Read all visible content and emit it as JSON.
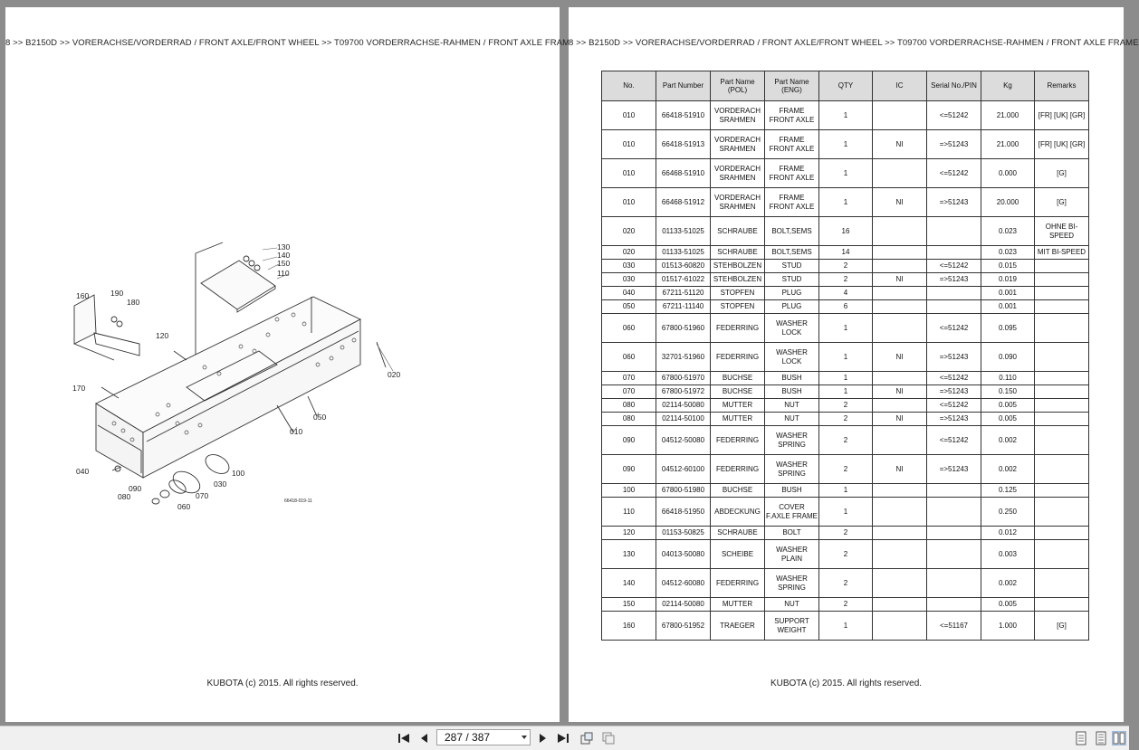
{
  "breadcrumb": "8 >> B2150D >> VORERACHSE/VORDERRAD / FRONT AXLE/FRONT WHEEL >> T09700   VORDERRACHSE-RAHMEN / FRONT AXLE FRAME",
  "copyright": "KUBOTA (c) 2015. All rights reserved.",
  "diagram": {
    "callouts": [
      "130",
      "140",
      "150",
      "110",
      "160",
      "190",
      "180",
      "120",
      "020",
      "170",
      "050",
      "010",
      "040",
      "100",
      "030",
      "090",
      "080",
      "070",
      "060"
    ],
    "drawing_number": "66418-019-11"
  },
  "table": {
    "headers": [
      "No.",
      "Part Number",
      "Part Name (POL)",
      "Part Name (ENG)",
      "QTY",
      "IC",
      "Serial No./PIN",
      "Kg",
      "Remarks"
    ],
    "rows": [
      {
        "no": "010",
        "part": "66418-51910",
        "pol": "VORDERACH SRAHMEN",
        "eng": "FRAME FRONT AXLE",
        "qty": "1",
        "ic": "",
        "serial": "<=51242",
        "kg": "21.000",
        "rem": "[FR] [UK] [GR]",
        "tall": true
      },
      {
        "no": "010",
        "part": "66418-51913",
        "pol": "VORDERACH SRAHMEN",
        "eng": "FRAME FRONT AXLE",
        "qty": "1",
        "ic": "NI",
        "serial": "=>51243",
        "kg": "21.000",
        "rem": "[FR] [UK] [GR]",
        "tall": true
      },
      {
        "no": "010",
        "part": "66468-51910",
        "pol": "VORDERACH SRAHMEN",
        "eng": "FRAME FRONT AXLE",
        "qty": "1",
        "ic": "",
        "serial": "<=51242",
        "kg": "0.000",
        "rem": "[G]",
        "tall": true
      },
      {
        "no": "010",
        "part": "66468-51912",
        "pol": "VORDERACH SRAHMEN",
        "eng": "FRAME FRONT AXLE",
        "qty": "1",
        "ic": "NI",
        "serial": "=>51243",
        "kg": "20.000",
        "rem": "[G]",
        "tall": true
      },
      {
        "no": "020",
        "part": "01133-51025",
        "pol": "SCHRAUBE",
        "eng": "BOLT,SEMS",
        "qty": "16",
        "ic": "",
        "serial": "",
        "kg": "0.023",
        "rem": "OHNE BI-SPEED",
        "tall": true
      },
      {
        "no": "020",
        "part": "01133-51025",
        "pol": "SCHRAUBE",
        "eng": "BOLT,SEMS",
        "qty": "14",
        "ic": "",
        "serial": "",
        "kg": "0.023",
        "rem": "MIT BI-SPEED",
        "tall": false
      },
      {
        "no": "030",
        "part": "01513-60820",
        "pol": "STEHBOLZEN",
        "eng": "STUD",
        "qty": "2",
        "ic": "",
        "serial": "<=51242",
        "kg": "0.015",
        "rem": "",
        "tall": false
      },
      {
        "no": "030",
        "part": "01517-61022",
        "pol": "STEHBOLZEN",
        "eng": "STUD",
        "qty": "2",
        "ic": "NI",
        "serial": "=>51243",
        "kg": "0.019",
        "rem": "",
        "tall": false
      },
      {
        "no": "040",
        "part": "67211-51120",
        "pol": "STOPFEN",
        "eng": "PLUG",
        "qty": "4",
        "ic": "",
        "serial": "",
        "kg": "0.001",
        "rem": "",
        "tall": false
      },
      {
        "no": "050",
        "part": "67211-11140",
        "pol": "STOPFEN",
        "eng": "PLUG",
        "qty": "6",
        "ic": "",
        "serial": "",
        "kg": "0.001",
        "rem": "",
        "tall": false
      },
      {
        "no": "060",
        "part": "67800-51960",
        "pol": "FEDERRING",
        "eng": "WASHER LOCK",
        "qty": "1",
        "ic": "",
        "serial": "<=51242",
        "kg": "0.095",
        "rem": "",
        "tall": true
      },
      {
        "no": "060",
        "part": "32701-51960",
        "pol": "FEDERRING",
        "eng": "WASHER LOCK",
        "qty": "1",
        "ic": "NI",
        "serial": "=>51243",
        "kg": "0.090",
        "rem": "",
        "tall": true
      },
      {
        "no": "070",
        "part": "67800-51970",
        "pol": "BUCHSE",
        "eng": "BUSH",
        "qty": "1",
        "ic": "",
        "serial": "<=51242",
        "kg": "0.110",
        "rem": "",
        "tall": false
      },
      {
        "no": "070",
        "part": "67800-51972",
        "pol": "BUCHSE",
        "eng": "BUSH",
        "qty": "1",
        "ic": "NI",
        "serial": "=>51243",
        "kg": "0.150",
        "rem": "",
        "tall": false
      },
      {
        "no": "080",
        "part": "02114-50080",
        "pol": "MUTTER",
        "eng": "NUT",
        "qty": "2",
        "ic": "",
        "serial": "<=51242",
        "kg": "0.005",
        "rem": "",
        "tall": false
      },
      {
        "no": "080",
        "part": "02114-50100",
        "pol": "MUTTER",
        "eng": "NUT",
        "qty": "2",
        "ic": "NI",
        "serial": "=>51243",
        "kg": "0.005",
        "rem": "",
        "tall": false
      },
      {
        "no": "090",
        "part": "04512-50080",
        "pol": "FEDERRING",
        "eng": "WASHER SPRING",
        "qty": "2",
        "ic": "",
        "serial": "<=51242",
        "kg": "0.002",
        "rem": "",
        "tall": true
      },
      {
        "no": "090",
        "part": "04512-60100",
        "pol": "FEDERRING",
        "eng": "WASHER SPRING",
        "qty": "2",
        "ic": "NI",
        "serial": "=>51243",
        "kg": "0.002",
        "rem": "",
        "tall": true
      },
      {
        "no": "100",
        "part": "67800-51980",
        "pol": "BUCHSE",
        "eng": "BUSH",
        "qty": "1",
        "ic": "",
        "serial": "",
        "kg": "0.125",
        "rem": "",
        "tall": false
      },
      {
        "no": "110",
        "part": "66418-51950",
        "pol": "ABDECKUNG",
        "eng": "COVER F.AXLE FRAME",
        "qty": "1",
        "ic": "",
        "serial": "",
        "kg": "0.250",
        "rem": "",
        "tall": true
      },
      {
        "no": "120",
        "part": "01153-50825",
        "pol": "SCHRAUBE",
        "eng": "BOLT",
        "qty": "2",
        "ic": "",
        "serial": "",
        "kg": "0.012",
        "rem": "",
        "tall": false
      },
      {
        "no": "130",
        "part": "04013-50080",
        "pol": "SCHEIBE",
        "eng": "WASHER PLAIN",
        "qty": "2",
        "ic": "",
        "serial": "",
        "kg": "0.003",
        "rem": "",
        "tall": true
      },
      {
        "no": "140",
        "part": "04512-60080",
        "pol": "FEDERRING",
        "eng": "WASHER SPRING",
        "qty": "2",
        "ic": "",
        "serial": "",
        "kg": "0.002",
        "rem": "",
        "tall": true
      },
      {
        "no": "150",
        "part": "02114-50080",
        "pol": "MUTTER",
        "eng": "NUT",
        "qty": "2",
        "ic": "",
        "serial": "",
        "kg": "0.005",
        "rem": "",
        "tall": false
      },
      {
        "no": "160",
        "part": "67800-51952",
        "pol": "TRAEGER",
        "eng": "SUPPORT WEIGHT",
        "qty": "1",
        "ic": "",
        "serial": "<=51167",
        "kg": "1.000",
        "rem": "[G]",
        "tall": true
      }
    ]
  },
  "toolbar": {
    "page_indicator": "287 / 387",
    "icons": [
      "first-page-icon",
      "prev-page-icon",
      "next-page-icon",
      "last-page-icon",
      "rotate-icon",
      "fit-icon",
      "single-page-icon",
      "two-page-icon",
      "double-page-icon"
    ]
  }
}
